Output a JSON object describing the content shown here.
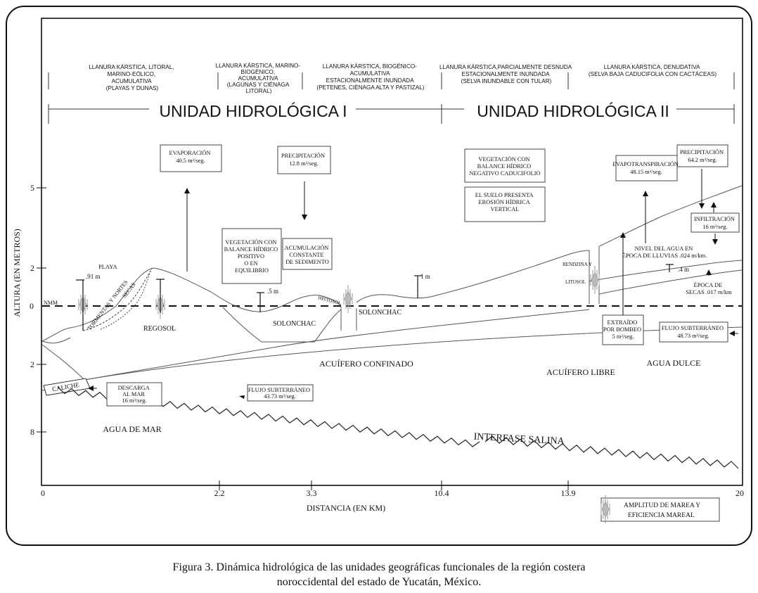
{
  "landscape_units": [
    {
      "lines": [
        "LLANURA KÁRSTICA, LITORAL,",
        "MARINO-EÓLICO,",
        "ACUMULATIVA",
        "(PLAYAS Y DUNAS)"
      ]
    },
    {
      "lines": [
        "LLANURA KÁRSTICA, MARINO-",
        "BIOGÉNICO,",
        "ACUMULATIVA",
        "(LAGUNAS Y CIÉNAGA",
        "LITORAL)"
      ]
    },
    {
      "lines": [
        "LLANURA KÁRSTICA, BIOGÉNICO-",
        "ACUMULATIVA",
        "ESTACIONALMENTE INUNDADA",
        "(PETENES, CIÉNAGA ALTA Y PASTIZAL)"
      ]
    },
    {
      "lines": [
        "LLANURA KÁRSTICA,PARCIALMENTE DESNUDA",
        "ESTACIONALMENTE INUNDADA",
        "(SELVA INUNDABLE CON TULAR)"
      ]
    },
    {
      "lines": [
        "LLANURA KÁRSTICA, DENUDATIVA",
        "(SELVA BAJA CADUCIFOLIA CON CACTÁCEAS)"
      ]
    }
  ],
  "hydro_units": [
    "UNIDAD HIDROLÓGICA I",
    "UNIDAD HIDROLÓGICA II"
  ],
  "axes": {
    "y_label": "ALTURA (EN METROS)",
    "y_ticks": [
      "5",
      "2",
      "0",
      "2",
      "8"
    ],
    "x_label": "DISTANCIA (EN KM)",
    "x_ticks": [
      "0",
      "2.2",
      "3.3",
      "10.4",
      "13.9",
      "20"
    ],
    "nmm": "NMM"
  },
  "boxes": {
    "evaporacion": [
      "EVAPORACIÓN",
      "40.5 m³/seg."
    ],
    "precip1": [
      "PRECIPITACIÓN",
      "12.8 m³/seg."
    ],
    "veg1": [
      "VEGETACIÓN CON",
      "BALANCE HÍDRICO",
      "POSITIVO",
      "O EN",
      "EQUILIBRIO"
    ],
    "acumulacion": [
      "ACUMULACIÓN",
      "CONSTANTE",
      "DE SEDIMENTO"
    ],
    "veg2": [
      "VEGETACIÓN CON",
      "BALANCE HÍDRICO",
      "NEGATIVO CADUCIFOLIO"
    ],
    "suelo": [
      "EL SUELO PRESENTA",
      "EROSIÓN HÍDRICA",
      "VERTICAL"
    ],
    "evapotrans": [
      "EVAPOTRANSPIRACIÓN",
      "48.15 m³/seg."
    ],
    "precip2": [
      "PRECIPITACIÓN",
      "64.2 m³/seg."
    ],
    "infiltracion": [
      "INFILTRACIÓN",
      "16 m³/seg."
    ],
    "descarga": [
      "DESCARGA",
      "AL MAR",
      "16 m³/seg."
    ],
    "flujo1": [
      "FLUJO SUBTERRÁNEO",
      "43.73 m³/seg."
    ],
    "extraido": [
      "EXTRAÍDO",
      "POR BOMBEO",
      "5 m³/seg."
    ],
    "flujo2": [
      "FLUJO SUBTERRÁNEO",
      "48.73 m³/seg."
    ]
  },
  "labels": {
    "playa": "PLAYA",
    "m091": ".91 m",
    "secas": "SECAS",
    "tormentas": "TORMENTAS Y NORTES",
    "regosol": "REGOSOL",
    "m05": ".5 m",
    "solonchac1": "SOLONCHAC",
    "histosol": "HISTOSOL",
    "solonchac2": "SOLONCHAC",
    "m1": "1 m",
    "rendzina": [
      "RENDZINA Y",
      "LITOSOL"
    ],
    "nivel": [
      "NIVEL DEL AGUA EN",
      "ÉPOCA DE LLUVIAS .024 m/km."
    ],
    "m04": ".4 m",
    "epoca_secas": [
      "ÉPOCA DE",
      "SECAS .017 m/km"
    ],
    "acuifero_confinado": "ACUÍFERO CONFINADO",
    "acuifero_libre": "ACUÍFERO LIBRE",
    "agua_dulce": "AGUA DULCE",
    "caliche": "CALICHE",
    "agua_mar": "AGUA DE MAR",
    "interfase": "INTERFASE SALINA"
  },
  "legend": [
    "AMPLITUD DE MAREA Y",
    "EFICIENCIA MAREAL"
  ],
  "caption": [
    "Figura 3. Dinámica hidrológica de las unidades geográficas funcionales de la región costera",
    "noroccidental del estado de Yucatán, México."
  ]
}
